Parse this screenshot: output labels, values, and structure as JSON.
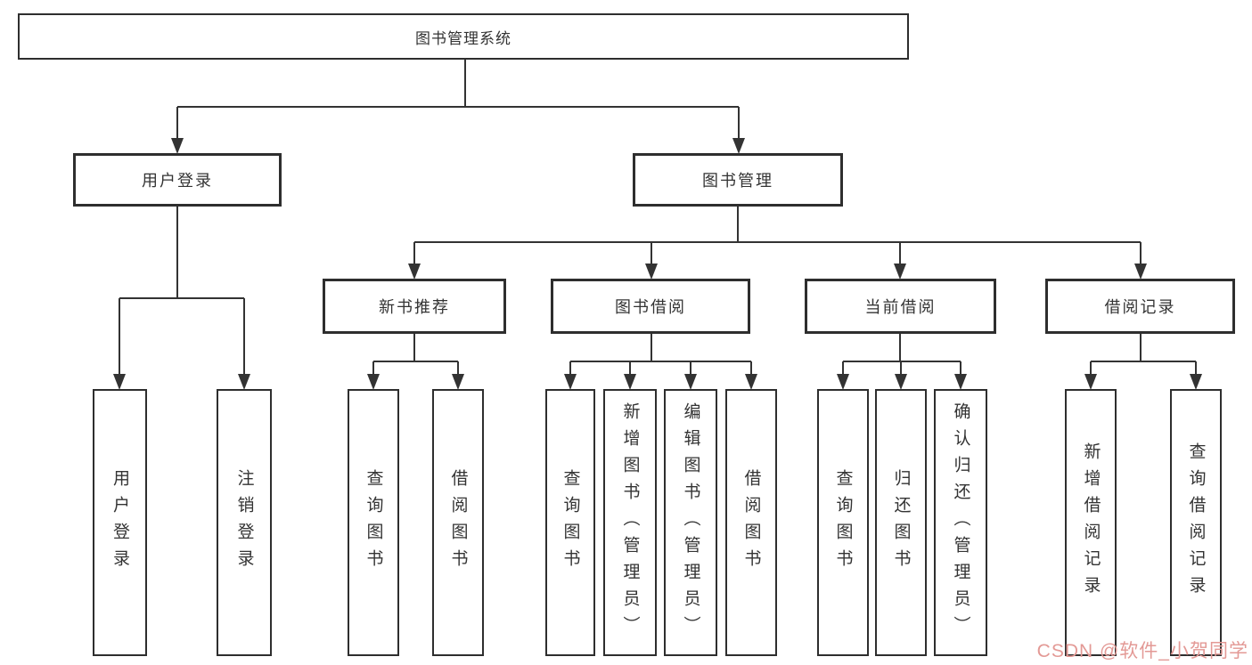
{
  "diagram": {
    "title": "图书管理系统",
    "type": "hierarchy-tree",
    "nodes": {
      "root": {
        "label": "图书管理系统"
      },
      "level2": [
        {
          "label": "用户登录"
        },
        {
          "label": "图书管理"
        }
      ],
      "level3": [
        {
          "label": "新书推荐",
          "parent": "图书管理"
        },
        {
          "label": "图书借阅",
          "parent": "图书管理"
        },
        {
          "label": "当前借阅",
          "parent": "图书管理"
        },
        {
          "label": "借阅记录",
          "parent": "图书管理"
        }
      ],
      "leaves": [
        {
          "label": "用户登录",
          "parent": "用户登录"
        },
        {
          "label": "注销登录",
          "parent": "用户登录"
        },
        {
          "label": "查询图书",
          "parent": "新书推荐"
        },
        {
          "label": "借阅图书",
          "parent": "新书推荐"
        },
        {
          "label": "查询图书",
          "parent": "图书借阅"
        },
        {
          "label": "新增图书（管理员）",
          "parent": "图书借阅"
        },
        {
          "label": "编辑图书（管理员）",
          "parent": "图书借阅"
        },
        {
          "label": "借阅图书",
          "parent": "图书借阅"
        },
        {
          "label": "查询图书",
          "parent": "当前借阅"
        },
        {
          "label": "归还图书",
          "parent": "当前借阅"
        },
        {
          "label": "确认归还（管理员）",
          "parent": "当前借阅"
        },
        {
          "label": "新增借阅记录",
          "parent": "借阅记录"
        },
        {
          "label": "查询借阅记录",
          "parent": "借阅记录"
        }
      ]
    },
    "colors": {
      "line": "#333333",
      "box_border": "#2e2e2e",
      "text": "#333333",
      "background": "#ffffff"
    }
  },
  "watermark": {
    "text": "CSDN @软件_小贺同学",
    "color": "#e39995"
  }
}
